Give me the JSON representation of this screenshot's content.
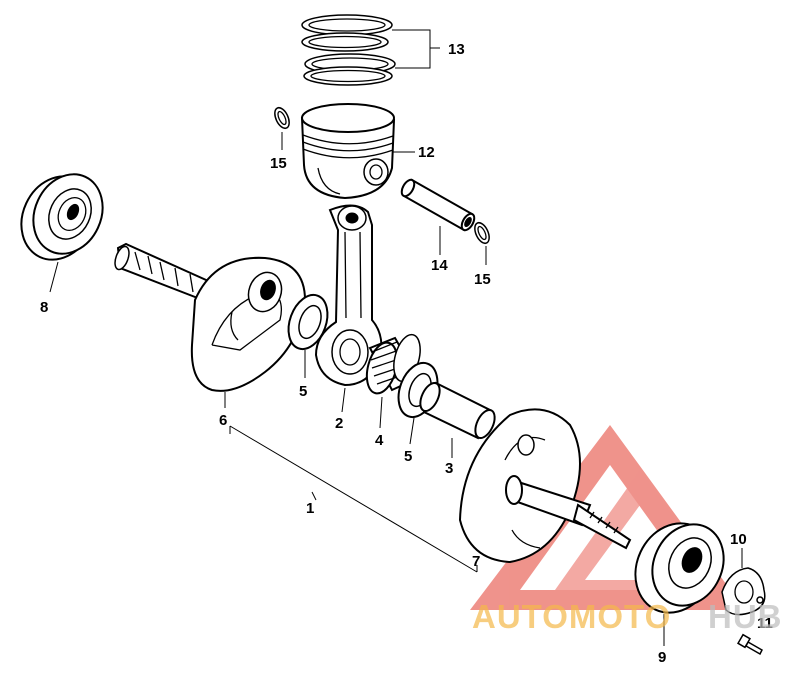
{
  "callouts": {
    "c1": "1",
    "c2": "2",
    "c3": "3",
    "c4": "4",
    "c5a": "5",
    "c5b": "5",
    "c6": "6",
    "c7": "7",
    "c8": "8",
    "c9": "9",
    "c10": "10",
    "c11": "11",
    "c12": "12",
    "c13": "13",
    "c14": "14",
    "c15a": "15",
    "c15b": "15"
  },
  "watermark": {
    "text_part1": "AUTOMOTO",
    "text_part2": "HUB",
    "color_primary": "#e23b2e",
    "color_secondary": "#f5b94a",
    "color_tertiary": "#bdbdbd"
  }
}
